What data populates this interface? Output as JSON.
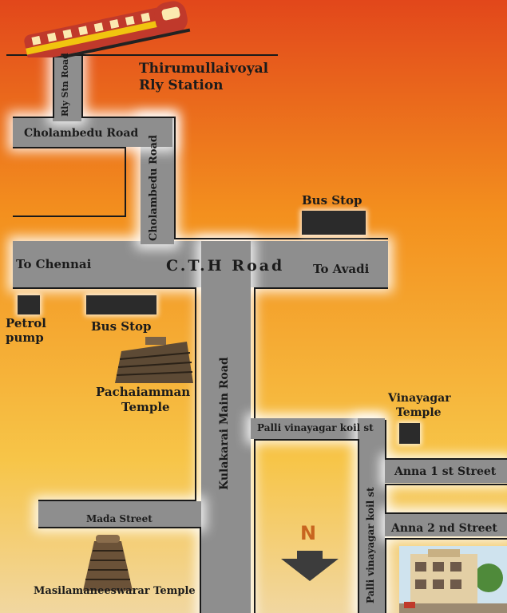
{
  "colors": {
    "sky_top": "#e2471b",
    "sky_mid": "#f3901e",
    "ground": "#f7c548",
    "parchment": "#f1d7a0",
    "road": "#8e8e8e",
    "road_edge": "#1a1a1a",
    "marker": "#2b2b2b",
    "label": "#1b1b1b",
    "north_letter": "#c8651f",
    "north_arrow": "#3c3c3c"
  },
  "icons": [
    "train-icon",
    "temple-gopuram-icon",
    "building-icon",
    "north-arrow-icon"
  ],
  "labels": {
    "station": "Thirumullaivoyal",
    "station_line2": "Rly Station",
    "rly_stn_road": "Rly Stn Road",
    "cholambedu_road_h": "Cholambedu Road",
    "cholambedu_road_v": "Cholambedu Road",
    "bus_stop_top": "Bus Stop",
    "to_chennai": "To Chennai",
    "cth_road": "C.T.H Road",
    "to_avadi": "To Avadi",
    "petrol": "Petrol",
    "pump": "pump",
    "bus_stop_left": "Bus Stop",
    "pachaiamman": "Pachaiamman",
    "pachaiamman_line2": "Temple",
    "kulakarai": "Kulakarai Main Road",
    "vinayagar": "Vinayagar",
    "vinayagar_line2": "Temple",
    "palli_h": "Palli vinayagar koil st",
    "palli_v": "Palli vinayagar koil st",
    "anna1": "Anna 1 st Street",
    "anna2": "Anna 2 nd Street",
    "mada": "Mada Street",
    "masilamani": "Masilamaneeswarar Temple",
    "north": "N"
  }
}
